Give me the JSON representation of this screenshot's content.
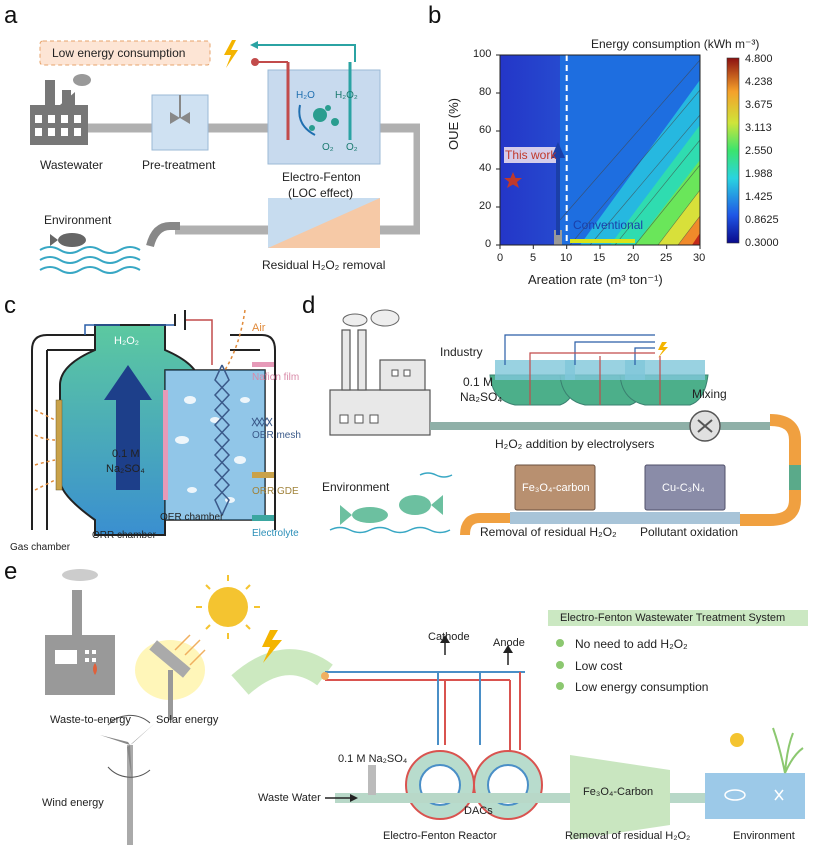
{
  "panels": {
    "a": {
      "letter": "a",
      "low_energy": "Low energy consumption",
      "wastewater": "Wastewater",
      "pretreatment": "Pre-treatment",
      "electro_fenton": "Electro-Fenton",
      "loc_effect": "(LOC effect)",
      "environment": "Environment",
      "residual_removal": "Residual H₂O₂ removal",
      "h2o": "H₂O",
      "h2o2": "H₂O₂",
      "o2_1": "O₂",
      "o2_2": "O₂"
    },
    "b": {
      "letter": "b",
      "colorbar_title": "Energy consumption (kWh m⁻³)",
      "xlabel": "Areation rate (m³ ton⁻¹)",
      "ylabel": "OUE (%)",
      "this_work": "This work",
      "conventional": "Conventional",
      "xticks": [
        "0",
        "5",
        "10",
        "15",
        "20",
        "25",
        "30"
      ],
      "yticks": [
        "0",
        "20",
        "40",
        "60",
        "80",
        "100"
      ],
      "colorbar_ticks": [
        "4.800",
        "4.238",
        "3.675",
        "3.113",
        "2.550",
        "1.988",
        "1.425",
        "0.8625",
        "0.3000"
      ]
    },
    "c": {
      "letter": "c",
      "h2o2": "H₂O₂",
      "air": "Air",
      "electrolyte_conc": "0.1 M",
      "electrolyte_salt": "Na₂SO₄",
      "nafion": "Nafion film",
      "oer_mesh": "OER mesh",
      "orr_gde": "ORR GDE",
      "electrolyte": "Electrolyte",
      "oer_chamber": "OER chamber",
      "orr_chamber": "ORR chamber",
      "gas_chamber": "Gas chamber"
    },
    "d": {
      "letter": "d",
      "industry": "Industry",
      "conc": "0.1 M",
      "salt": "Na₂SO₄",
      "mixing": "Mixing",
      "addition": "H₂O₂ addition by electrolysers",
      "environment": "Environment",
      "fe3o4": "Fe₃O₄-carbon",
      "cu": "Cu-C₃N₄",
      "removal": "Removal of residual H₂O₂",
      "pollutant": "Pollutant oxidation"
    },
    "e": {
      "letter": "e",
      "system_title": "Electro-Fenton Wastewater Treatment System",
      "bullets": [
        "No need to add H₂O₂",
        "Low cost",
        "Low energy consumption"
      ],
      "cathode": "Cathode",
      "anode": "Anode",
      "na2so4": "0.1 M Na₂SO₄",
      "waste_water": "Waste Water",
      "dacs": "DACs",
      "fe3o4": "Fe₃O₄-Carbon",
      "waste_to_energy": "Waste-to-energy",
      "solar": "Solar energy",
      "wind": "Wind energy",
      "reactor": "Electro-Fenton Reactor",
      "removal": "Removal of residual H₂O₂",
      "environment": "Environment"
    }
  },
  "colors": {
    "pipe": "#a9a9a9",
    "teal": "#2a9d8f",
    "orange_box": "#f5c08a",
    "light_blue": "#c7dcef",
    "green_panel": "#bfe3b0",
    "red_wire": "#d9534f",
    "blue_wire": "#4a8fc7"
  }
}
